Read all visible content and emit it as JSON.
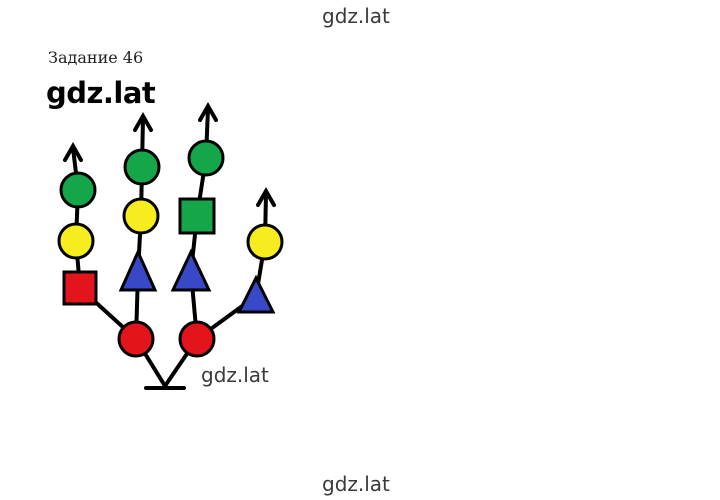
{
  "watermarks": {
    "top": "gdz.lat",
    "middle": "gdz.lat",
    "bottom": "gdz.lat",
    "logo": "gdz.lat"
  },
  "task": {
    "title": "Задание 46"
  },
  "colors": {
    "red": "#e3141c",
    "yellow": "#f6ec1e",
    "green": "#16a64a",
    "blue": "#3848c6",
    "line": "#000000"
  },
  "shape_types": [
    "circle",
    "square",
    "triangle"
  ]
}
